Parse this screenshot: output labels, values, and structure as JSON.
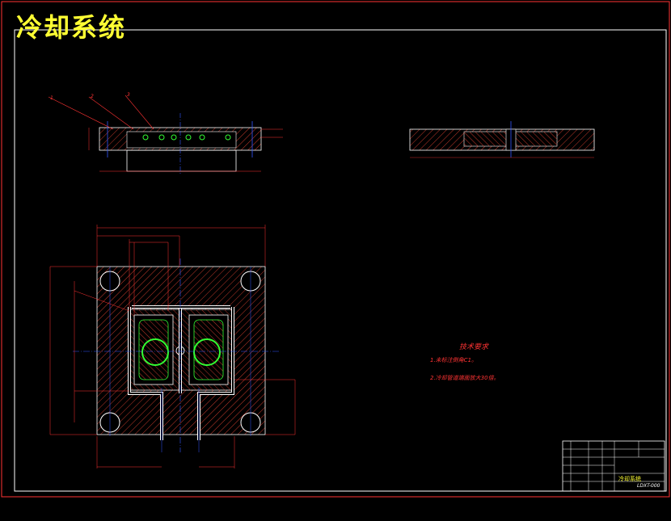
{
  "drawing": {
    "title": "冷却系统",
    "tech_requirements": {
      "heading": "技术要求",
      "lines": [
        "1.未标注倒角C1。",
        "2.冷却管道端面放大30倍。"
      ]
    },
    "title_block": {
      "drawing_name": "冷却系统",
      "drawing_code": "LDXT-000"
    },
    "callouts": [
      "1",
      "2",
      "3"
    ],
    "colors": {
      "background": "#000000",
      "border": "#ff3333",
      "hatch": "#c0392b",
      "outline": "#ffffff",
      "centerline": "#3355ff",
      "cooling": "#33ff33",
      "title": "#ffff33"
    }
  }
}
